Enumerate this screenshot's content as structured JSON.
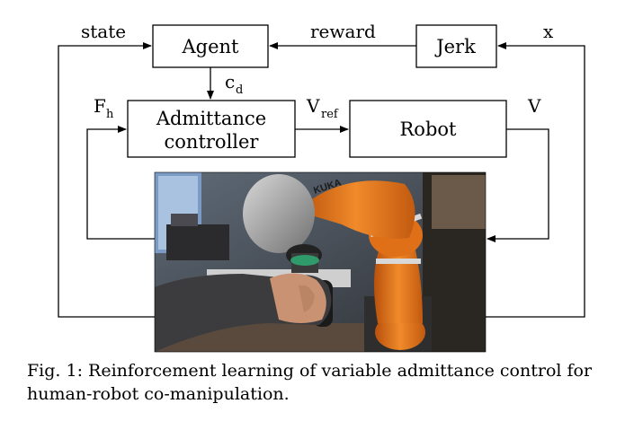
{
  "diagram": {
    "blocks": {
      "agent": "Agent",
      "jerk": "Jerk",
      "admittance_line1": "Admittance",
      "admittance_line2": "controller",
      "robot": "Robot"
    },
    "signals": {
      "state": "state",
      "reward": "reward",
      "x": "x",
      "cd_main": "c",
      "cd_sub": "d",
      "fh_main": "F",
      "fh_sub": "h",
      "vref_main": "V",
      "vref_sub": "ref",
      "v": "V"
    },
    "photo": {
      "robot_brand": "KUKA",
      "colors": {
        "robot_orange": "#e8751a",
        "robot_gray": "#9a9a9a",
        "background": "#6b6a66"
      }
    }
  },
  "caption": {
    "line1": "Fig. 1: Reinforcement learning of variable admittance control for",
    "line2": "human-robot co-manipulation."
  }
}
